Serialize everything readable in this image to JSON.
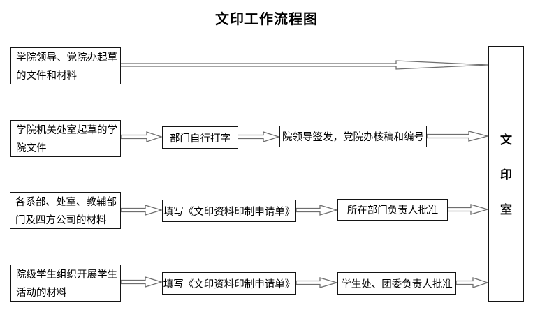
{
  "title": "文印工作流程图",
  "destination": {
    "label": "文印室"
  },
  "rows": [
    {
      "source": "学院领导、党院办起草的文件和材料",
      "steps": []
    },
    {
      "source": "学院机关处室起草的学院文件",
      "steps": [
        "部门自行打字",
        "院领导签发，党院办核稿和编号"
      ]
    },
    {
      "source": "各系部、处室、教辅部门及四方公司的材料",
      "steps": [
        "填写《文印资料印制申请单》",
        "所在部门负责人批准"
      ]
    },
    {
      "source": "院级学生组织开展学生活动的材料",
      "steps": [
        "填写《文印资料印制申请单》",
        "学生处、团委负责人批准"
      ]
    }
  ],
  "colors": {
    "background": "#ffffff",
    "box_border": "#141414",
    "arrow_outline": "#6e6e6e",
    "text": "#000000"
  }
}
